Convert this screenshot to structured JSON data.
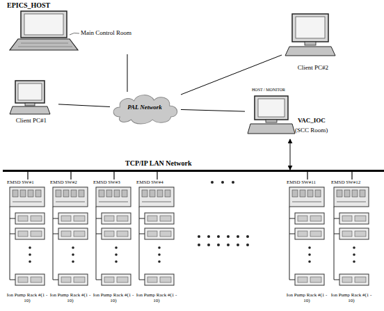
{
  "diagram": {
    "nodes": [
      {
        "text": [
          "EPICS_HOST",
          "Main Control Room"
        ]
      },
      {
        "text": [
          "Client PC#2"
        ]
      },
      {
        "text": [
          "Client PC#1"
        ]
      },
      {
        "text": [
          "PAL Network"
        ]
      },
      {
        "text": [
          "HOST / MONITOR",
          "VAC_IOC",
          "(SCC Room)"
        ]
      },
      {
        "text": [
          "TCP/IP LAN Network"
        ]
      },
      {
        "text": [
          "EMSD SW#1",
          "Ion Pump Rack #(1 - 10)"
        ]
      },
      {
        "text": [
          "EMSD SW#2",
          "Ion Pump Rack #(1 - 10)"
        ]
      },
      {
        "text": [
          "EMSD SW#3",
          "Ion Pump Rack #(1 - 10)"
        ]
      },
      {
        "text": [
          "EMSD SW#4",
          "Ion Pump Rack #(1 - 10)"
        ]
      },
      {
        "text": [
          "EMSD SW#11",
          "Ion Pump Rack #(1 - 10)"
        ]
      },
      {
        "text": [
          "EMSD SW#12",
          "Ion Pump Rack #(1 - 10)"
        ]
      }
    ],
    "edges": [
      {
        "from": 0,
        "to": 3,
        "arrow": "none"
      },
      {
        "from": 1,
        "to": 3,
        "arrow": "none"
      },
      {
        "from": 2,
        "to": 3,
        "arrow": "none"
      },
      {
        "from": 3,
        "to": 4,
        "arrow": "none"
      },
      {
        "from": 4,
        "to": 5,
        "arrow": "both"
      },
      {
        "from": 5,
        "to": 6,
        "arrow": "none"
      },
      {
        "from": 5,
        "to": 7,
        "arrow": "none"
      },
      {
        "from": 5,
        "to": 8,
        "arrow": "none"
      },
      {
        "from": 5,
        "to": 9,
        "arrow": "none"
      },
      {
        "from": 5,
        "to": 10,
        "arrow": "none"
      },
      {
        "from": 5,
        "to": 11,
        "arrow": "none"
      }
    ]
  }
}
